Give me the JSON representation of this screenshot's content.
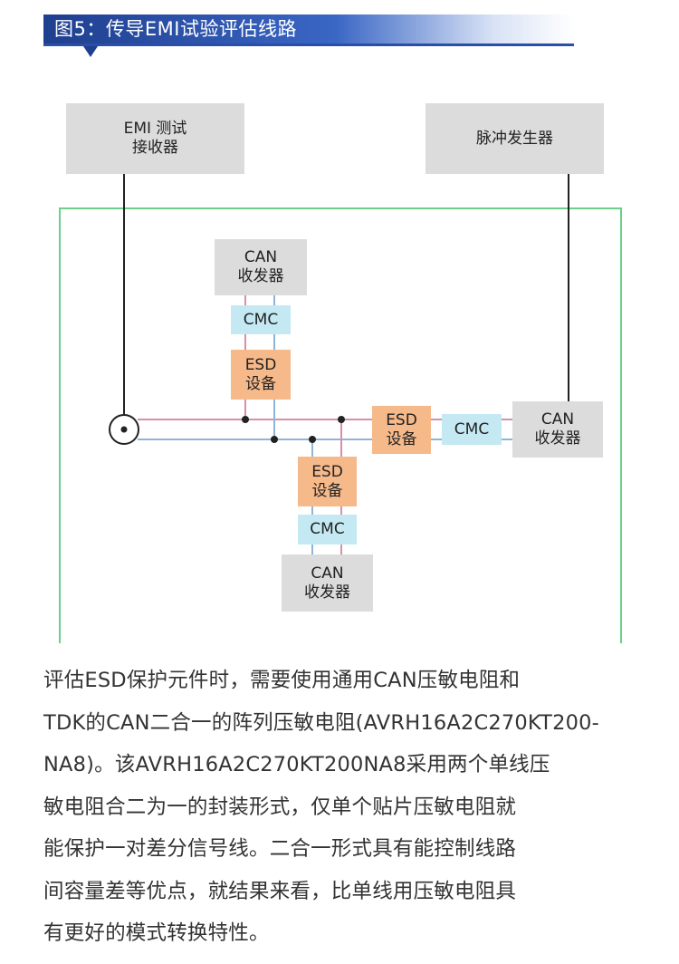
{
  "header": {
    "title": "图5：传导EMI试验评估线路"
  },
  "diagram": {
    "emi_receiver": "EMI 测试\n接收器",
    "pulse_generator": "脉冲发生器",
    "can_top": "CAN\n收发器",
    "cmc_top": "CMC",
    "esd_top": "ESD\n设备",
    "esd_mid": "ESD\n设备",
    "cmc_mid": "CMC",
    "can_right": "CAN\n收发器",
    "esd_bottom": "ESD\n设备",
    "cmc_bottom": "CMC",
    "can_bottom": "CAN\n收发器",
    "colors": {
      "border": "#6ccf8a",
      "red_line": "#d98fa8",
      "blue_line": "#8fb4d9",
      "orange": "#f6b98a",
      "cyan": "#c5e9f3",
      "gray": "#dcdcdc"
    }
  },
  "paragraph": {
    "lines": [
      "评估ESD保护元件时，需要使用通用CAN压敏电阻和",
      "TDK的CAN二合一的阵列压敏电阻(AVRH16A2C270KT200-",
      "NA8)。该AVRH16A2C270KT200NA8采用两个单线压",
      "敏电阻合二为一的封装形式，仅单个贴片压敏电阻就",
      "能保护一对差分信号线。二合一形式具有能控制线路",
      "间容量差等优点，就结果来看，比单线用压敏电阻具",
      "有更好的模式转换特性。"
    ]
  }
}
